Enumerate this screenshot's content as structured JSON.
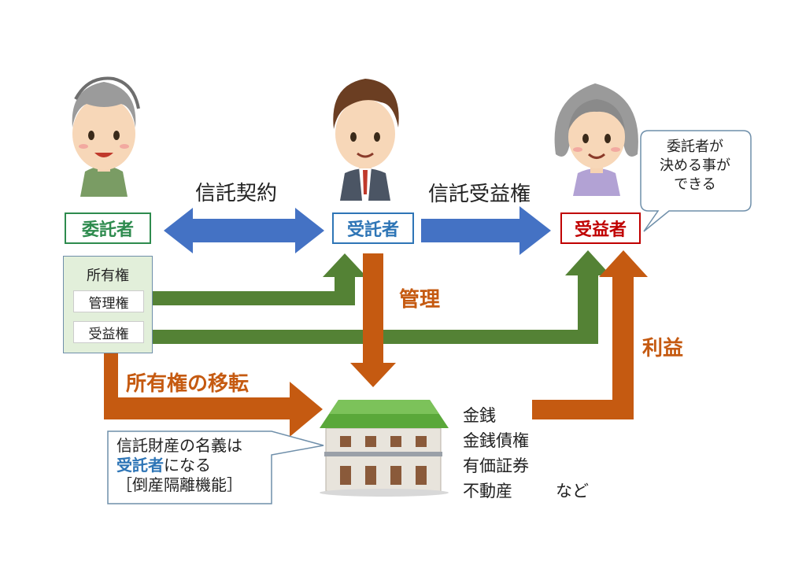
{
  "roles": {
    "settlor": "委託者",
    "trustee": "受託者",
    "beneficiary": "受益者"
  },
  "labels": {
    "trust_contract": "信託契約",
    "beneficial_right": "信託受益権",
    "management": "管理",
    "profit": "利益",
    "ownership_transfer": "所有権の移転"
  },
  "ownership": {
    "title": "所有権",
    "management_right": "管理権",
    "beneficial_right": "受益権"
  },
  "speech_bubble": {
    "line1": "委託者が",
    "line2": "決める事が",
    "line3": "できる"
  },
  "note": {
    "line1": "信託財産の名義は",
    "line2_highlight": "受託者",
    "line2_rest": "になる",
    "line3": "［倒産隔離機能］"
  },
  "assets": {
    "items": [
      "金銭",
      "金銭債権",
      "有価証券",
      "不動産"
    ],
    "etc": "など"
  },
  "colors": {
    "blue": "#4472c4",
    "green": "#548235",
    "orange": "#c55a11",
    "settlor": "#2e8b4e",
    "trustee": "#2e75b6",
    "beneficiary": "#c00000"
  }
}
